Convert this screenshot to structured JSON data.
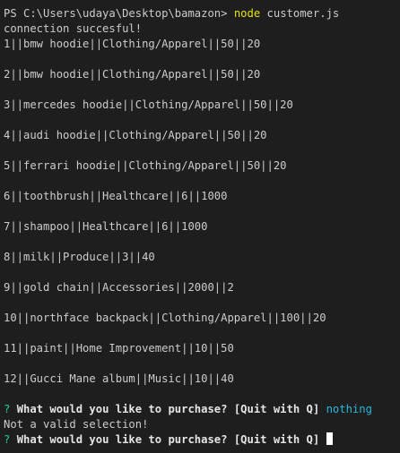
{
  "prompt": {
    "ps_path": "PS C:\\Users\\udaya\\Desktop\\bamazon>",
    "command": "node",
    "args": "customer.js"
  },
  "connection_message": "connection succesful!",
  "products": [
    "1||bmw hoodie||Clothing/Apparel||50||20",
    "2||bmw hoodie||Clothing/Apparel||50||20",
    "3||mercedes hoodie||Clothing/Apparel||50||20",
    "4||audi hoodie||Clothing/Apparel||50||20",
    "5||ferrari hoodie||Clothing/Apparel||50||20",
    "6||toothbrush||Healthcare||6||1000",
    "7||shampoo||Healthcare||6||1000",
    "8||milk||Produce||3||40",
    "9||gold chain||Accessories||2000||2",
    "10||northface backpack||Clothing/Apparel||100||20",
    "11||paint||Home Improvement||10||50",
    "12||Gucci Mane album||Music||10||40"
  ],
  "question1": {
    "marker": "?",
    "text": "What would you like to purchase? [Quit with Q]",
    "answer": "nothing"
  },
  "error_message": "Not a valid selection!",
  "question2": {
    "marker": "?",
    "text": "What would you like to purchase? [Quit with Q]"
  },
  "colors": {
    "background": "#1e1e1e",
    "foreground": "#cccccc",
    "command": "#e5e510",
    "question_marker": "#23d18b",
    "answer": "#29b8db"
  }
}
